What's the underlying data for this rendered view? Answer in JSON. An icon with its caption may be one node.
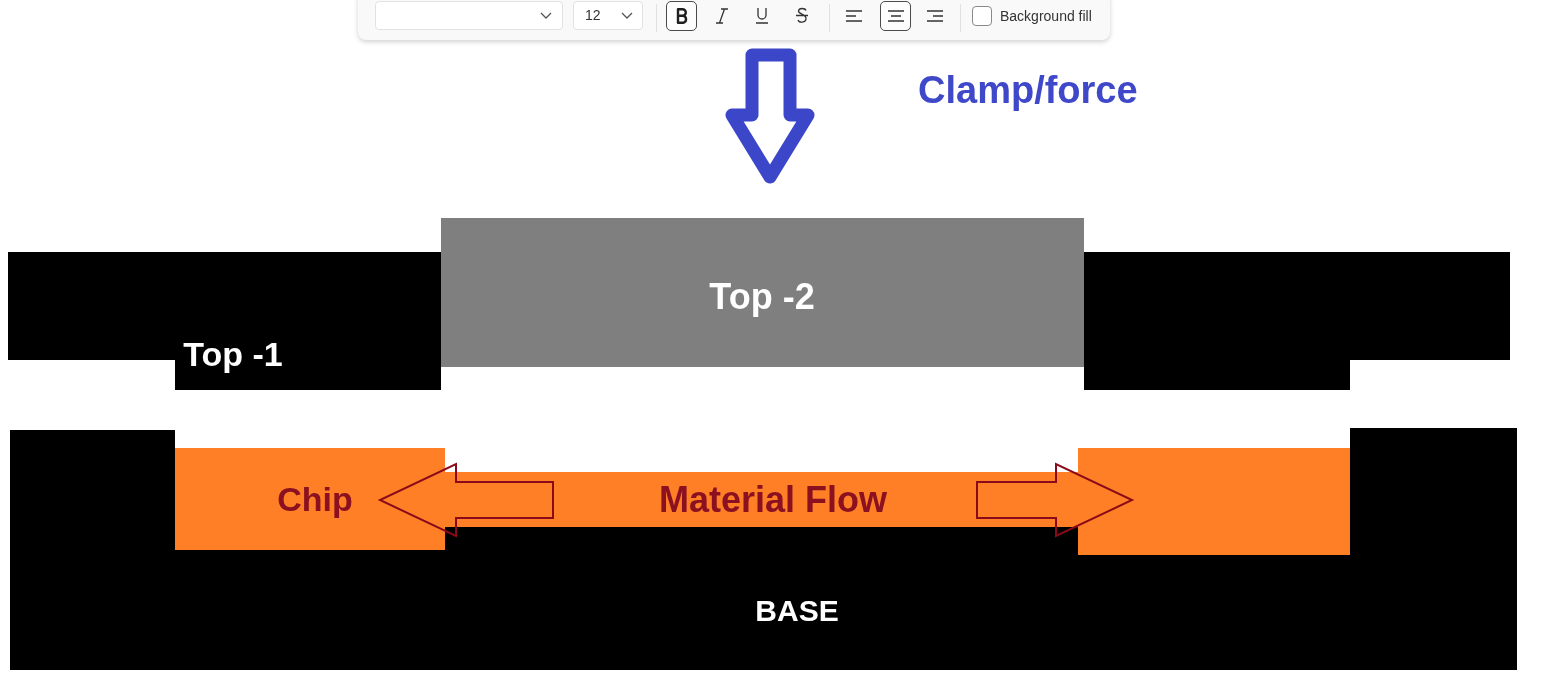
{
  "diagram": {
    "nodes": [
      {
        "text": [
          "Top -2"
        ]
      },
      {
        "text": [
          "Top -1"
        ]
      },
      {
        "text": [],
        "shape": "box"
      },
      {
        "text": [
          "Chip"
        ]
      },
      {
        "text": [
          "Material Flow"
        ]
      },
      {
        "text": [],
        "shape": "box"
      },
      {
        "text": [
          "BASE"
        ]
      }
    ],
    "edges": [
      {
        "from": 4,
        "to": 3,
        "arrow": "to"
      },
      {
        "from": 4,
        "to": 5,
        "arrow": "to"
      }
    ],
    "labels": [
      "12",
      "Background fill",
      "Clamp/force"
    ]
  }
}
